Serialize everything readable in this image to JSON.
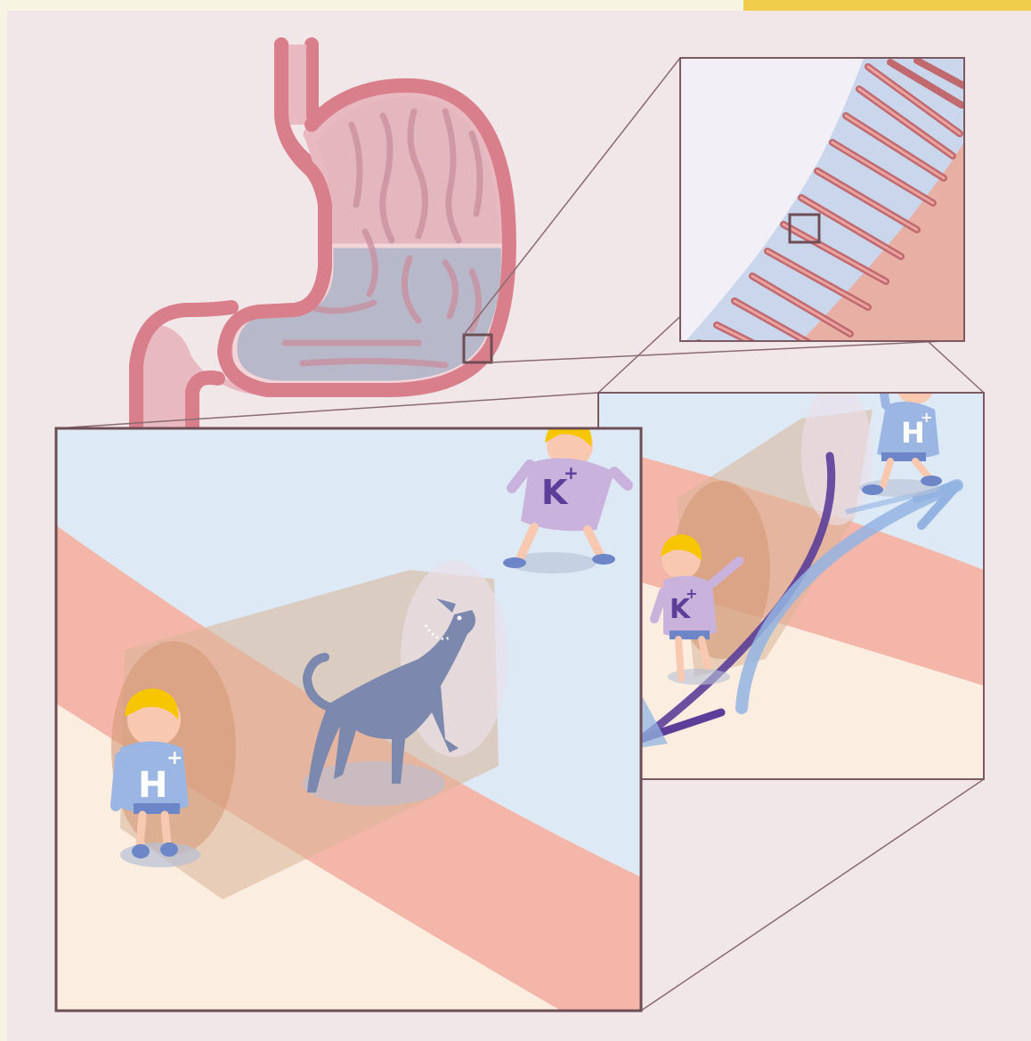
{
  "figure": {
    "palette": {
      "background": "#f1e6e8",
      "outer_frame": "#f6f5e3",
      "accent_tab": "#f0cd4a",
      "stomach_wall": "#d97f8c",
      "stomach_fill": "#e8b9c1",
      "gastric_juice": "#b3b5c6",
      "lumen_blue": "#dde9f5",
      "mucosa_pink": "#f3b6a8",
      "tissue_cream": "#fbeee1",
      "pump_tube": "#d8b598",
      "frame_line": "#7a5a60",
      "h_shirt": "#9bb6e3",
      "k_shirt": "#c9b3dc",
      "helmet": "#f7c600",
      "dog": "#7c88ad",
      "arrow_dark": "#5b3e99",
      "arrow_light": "#93b4e2"
    },
    "panels": [
      {
        "id": "stomach",
        "icon": "stomach-icon"
      },
      {
        "id": "gastric-mucosa-zoom",
        "icon": "gastric-folds-icon"
      },
      {
        "id": "proton-pump-blocked",
        "icon": "blocked-pump-icon"
      },
      {
        "id": "proton-pump-active",
        "icon": "ion-exchange-icon"
      }
    ],
    "ion_labels": {
      "hydrogen": "H",
      "potassium": "K",
      "charge": "+"
    }
  }
}
